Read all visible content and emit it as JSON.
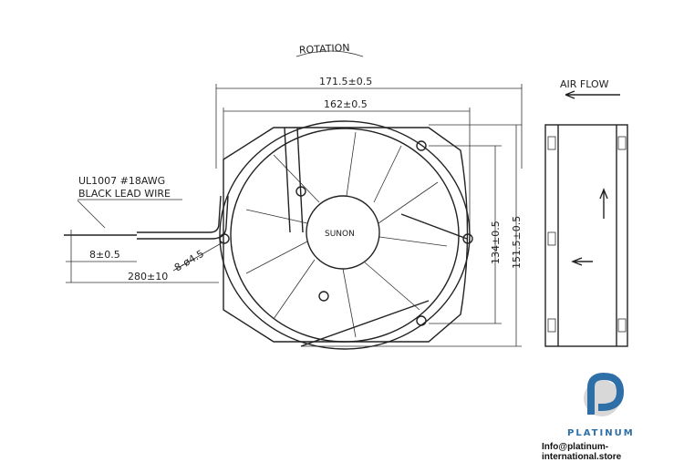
{
  "labels": {
    "rotation": "ROTATION",
    "air_flow": "AIR FLOW",
    "wire_line1": "UL1007  #18AWG",
    "wire_line2": "BLACK LEAD WIRE",
    "brand_on_hub": "SUNON"
  },
  "dimensions": {
    "overall_width": "171.5±0.5",
    "hole_spacing_width": "162±0.5",
    "hole_spacing_height": "134±0.5",
    "overall_height": "151.5±0.5",
    "strip_length": "8±0.5",
    "lead_length": "280±10",
    "holes": "8-ø4.5"
  },
  "footer": {
    "logo_name": "PLATINUM",
    "email": "Info@platinum-international.store",
    "brand_color": "#2f6fa8"
  }
}
